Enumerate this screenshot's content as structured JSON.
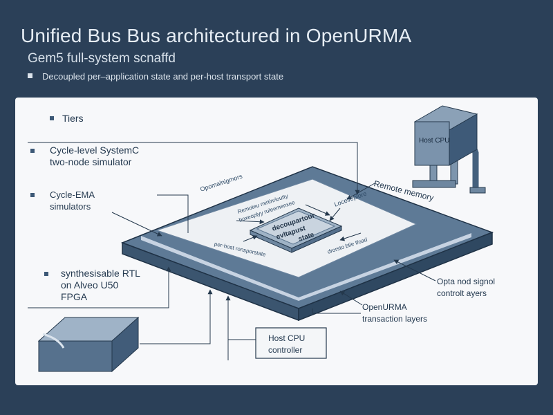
{
  "header": {
    "title": "Unified Bus Bus architectured in OpenURMA",
    "subtitle": "Gem5 full-system scnaffd",
    "bullet": "Decoupled per–application state and per-host transport state"
  },
  "diagram": {
    "tiers_heading": "Tiers",
    "left_labels": [
      {
        "line1": "Cycle-level SystemC",
        "line2": "two-node simulator"
      },
      {
        "line1": "Cycle-EMA",
        "line2": "simulators"
      },
      {
        "line1": "synthesisable RTL",
        "line2": "on Alveo U50",
        "line3": "FPGA"
      }
    ],
    "host_cpu_box": "Host CPU",
    "remote_memory": "Remote memory",
    "right_labels": [
      {
        "line1": "Opta nod signol",
        "line2": "controlt ayers"
      },
      {
        "line1": "OpenURMA",
        "line2": "transaction layers"
      }
    ],
    "controller_box": {
      "line1": "Host CPU",
      "line2": "controller"
    },
    "inner_labels": {
      "top_left": "Opomalnigmors",
      "top_mid_1": "Remoteu mirtinrioutty",
      "top_mid_2": "boxeoplyy ruleemenxee",
      "top_right": "Locel/eplore",
      "center_1": "decoupartour",
      "center_2": "evltapust",
      "center_3": "state",
      "bottom_left": "per-host ronsporstate",
      "bottom_right": "drorsto btie tfoad"
    },
    "colors": {
      "background": "#2b4058",
      "card": "#f7f8fa",
      "slab_top": "#5e7a96",
      "slab_edge": "#3b556f",
      "slab_stroke": "#1f3246",
      "inner_plate": "#eef1f4",
      "chip": "#c9d4df",
      "accent_ice": "#c7d3e2",
      "line": "#24384c"
    }
  }
}
